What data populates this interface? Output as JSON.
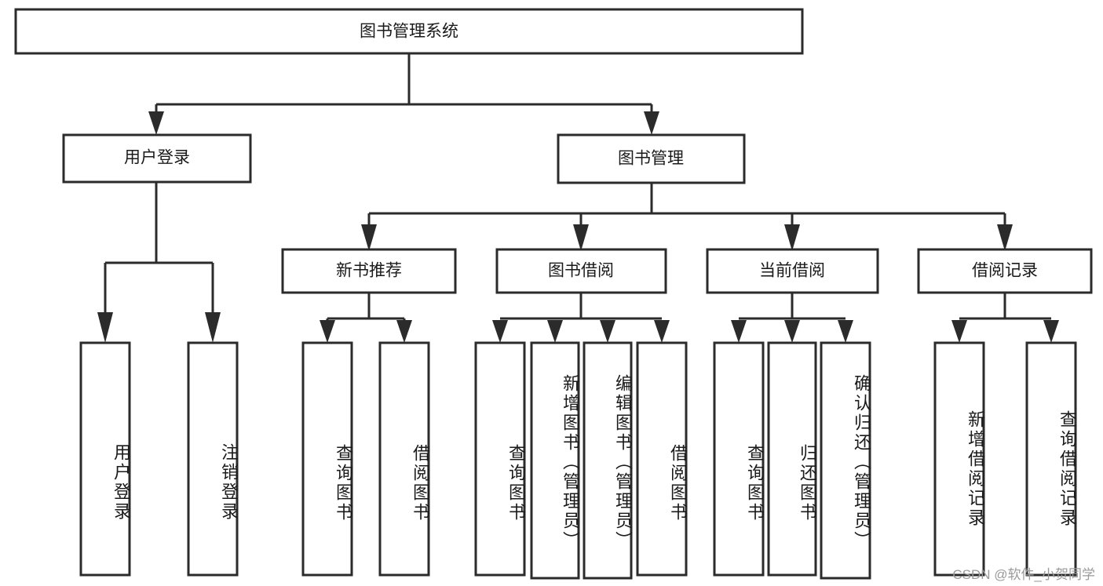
{
  "diagram": {
    "type": "hierarchy-tree",
    "title": "图书管理系统",
    "orientation": "top-down",
    "watermark": "CSDN @软件_小贺同学",
    "colors": {
      "box_fill": "#ffffff",
      "box_stroke": "#2b2b2b",
      "connector": "#2b2b2b",
      "text": "#1a1a1a",
      "background": "#ffffff",
      "watermark": "#9a9a9a"
    },
    "levels": 4,
    "root": {
      "label": "图书管理系统"
    },
    "level2": [
      {
        "label": "用户登录"
      },
      {
        "label": "图书管理"
      }
    ],
    "level3": [
      {
        "label": "新书推荐",
        "parent": "图书管理"
      },
      {
        "label": "图书借阅",
        "parent": "图书管理"
      },
      {
        "label": "当前借阅",
        "parent": "图书管理"
      },
      {
        "label": "借阅记录",
        "parent": "图书管理"
      }
    ],
    "leaves": {
      "用户登录": [
        {
          "label": "用户登录"
        },
        {
          "label": "注销登录"
        }
      ],
      "新书推荐": [
        {
          "label": "查询图书"
        },
        {
          "label": "借阅图书"
        }
      ],
      "图书借阅": [
        {
          "label": "查询图书"
        },
        {
          "label": "新增图书（管理员）"
        },
        {
          "label": "编辑图书（管理员）"
        },
        {
          "label": "借阅图书"
        }
      ],
      "当前借阅": [
        {
          "label": "查询图书"
        },
        {
          "label": "归还图书"
        },
        {
          "label": "确认归还（管理员）"
        }
      ],
      "借阅记录": [
        {
          "label": "新增借阅记录"
        },
        {
          "label": "查询借阅记录"
        }
      ]
    },
    "node_labels_flat": {
      "root": "图书管理系统",
      "l2_0": "用户登录",
      "l2_1": "图书管理",
      "l3_0": "新书推荐",
      "l3_1": "图书借阅",
      "l3_2": "当前借阅",
      "l3_3": "借阅记录",
      "leaf_a0": "用户登录",
      "leaf_a1": "注销登录",
      "leaf_b0": "查询图书",
      "leaf_b1": "借阅图书",
      "leaf_c0": "查询图书",
      "leaf_c1": "新增图书（管理员）",
      "leaf_c2": "编辑图书（管理员）",
      "leaf_c3": "借阅图书",
      "leaf_d0": "查询图书",
      "leaf_d1": "归还图书",
      "leaf_d2": "确认归还（管理员）",
      "leaf_e0": "新增借阅记录",
      "leaf_e1": "查询借阅记录"
    }
  }
}
